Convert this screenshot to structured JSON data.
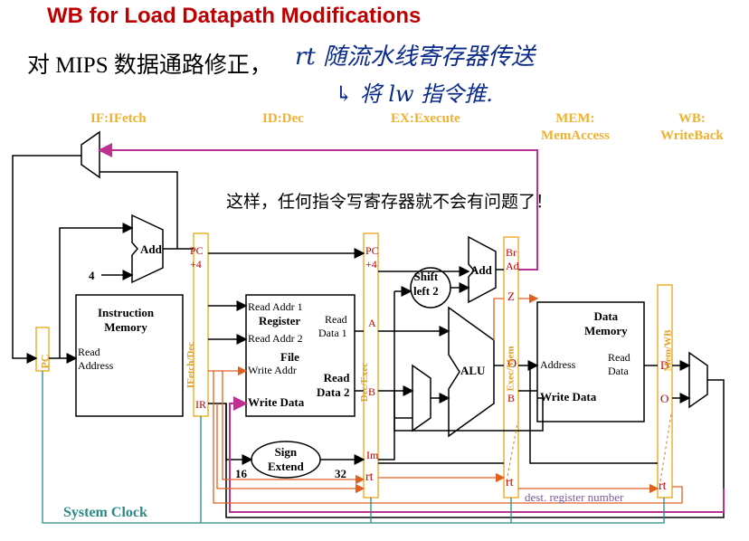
{
  "header": {
    "title": "WB for Load Datapath Modifications",
    "subtitle": "对 MIPS 数据通路修正，",
    "handwriting": "rt 随流水线寄存器传送",
    "handwriting_scribble": "↳ 将 lw 指令推."
  },
  "stages": [
    {
      "label": "IF:IFetch"
    },
    {
      "label": "ID:Dec"
    },
    {
      "label": "EX:Execute"
    },
    {
      "label": "MEM:\nMemAccess"
    },
    {
      "label": "WB:\nWriteBack"
    }
  ],
  "note": "这样，任何指令写寄存器就不会有问题了！",
  "blocks": {
    "pc": "PC",
    "add": "Add",
    "four": "4",
    "imem_title": "Instruction\nMemory",
    "imem_port": "Read\nAddress",
    "ifid": "IFetch/Dec",
    "idex": "Dec/Exec",
    "exmem": "Exec/Mem",
    "memwb": "Mem/WB",
    "reg_addr1": "Read Addr 1",
    "reg_title": "Register",
    "reg_addr2": "Read Addr 2",
    "reg_file": "File",
    "reg_waddr": "Write Addr",
    "reg_wdata": "Write Data",
    "reg_rd1": "Read\nData 1",
    "reg_rd2": "Read\nData 2",
    "shift": "Shift\nleft 2",
    "alu": "ALU",
    "signext": "Sign\nExtend",
    "n16": "16",
    "n32": "32",
    "dmem_title": "Data\nMemory",
    "dmem_addr": "Address",
    "dmem_wdata": "Write Data",
    "dmem_rd": "Read\nData",
    "ir": "IR",
    "pc4_a": "PC\n+4",
    "pc4_b": "PC\n+4",
    "A": "A",
    "B": "B",
    "Im": "Im",
    "rt1": "rt",
    "rt2": "rt",
    "rt3": "rt",
    "Br": "Br\nAd",
    "Z": "Z",
    "O1": "O",
    "B2": "B",
    "D": "D",
    "O2": "O"
  },
  "footer": {
    "system_clock": "System Clock",
    "dest_reg": "dest. register number"
  }
}
